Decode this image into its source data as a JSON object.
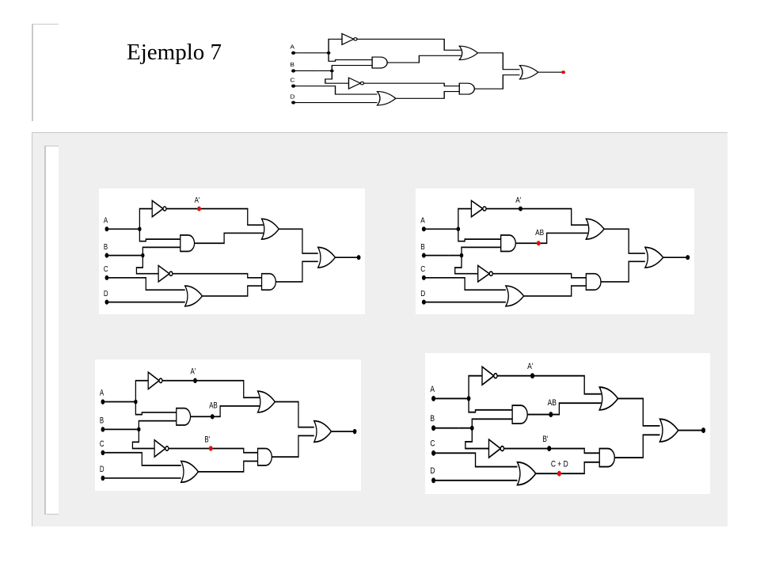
{
  "title": "Ejemplo 7",
  "colors": {
    "panel": "#efefef",
    "wire": "#000000",
    "probe": "#e01010"
  },
  "inputs": [
    "A",
    "B",
    "C",
    "D"
  ],
  "diagrams": [
    {
      "name": "main-circuit",
      "labels": {
        "a_not": "",
        "ab": "",
        "b_not": "",
        "c_or_d": ""
      },
      "probe": "output"
    },
    {
      "name": "step-1",
      "labels": {
        "a_not": "A'",
        "ab": "",
        "b_not": "",
        "c_or_d": ""
      },
      "probe": "a_not"
    },
    {
      "name": "step-2",
      "labels": {
        "a_not": "A'",
        "ab": "AB",
        "b_not": "",
        "c_or_d": ""
      },
      "probe": "ab"
    },
    {
      "name": "step-3",
      "labels": {
        "a_not": "A'",
        "ab": "AB",
        "b_not": "B'",
        "c_or_d": ""
      },
      "probe": "b_not"
    },
    {
      "name": "step-4",
      "labels": {
        "a_not": "A'",
        "ab": "AB",
        "b_not": "B'",
        "c_or_d": "C + D"
      },
      "probe": "c_or_d"
    }
  ]
}
